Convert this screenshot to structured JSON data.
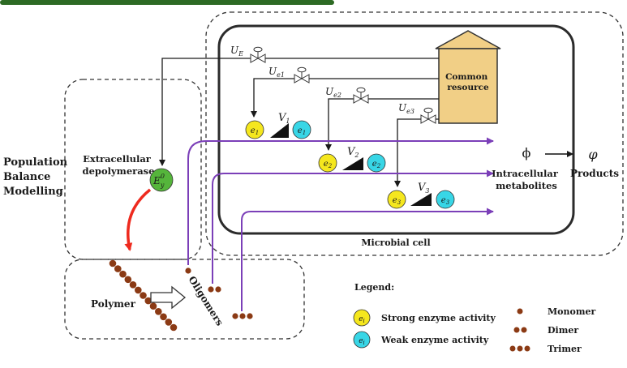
{
  "labels": {
    "population_balance": [
      "Population",
      "Balance",
      "Modelling"
    ],
    "extracellular_depolymerase": [
      "Extracellular",
      "depolymerase"
    ],
    "depolymerase_symbol": "E",
    "depolymerase_sup": "0",
    "depolymerase_sub": "y",
    "common_resource": [
      "Common",
      "resource"
    ],
    "control_ue": "U",
    "control_ue_sub": "E",
    "control_ue1": "U",
    "control_ue1_sub": "e1",
    "control_ue2": "U",
    "control_ue2_sub": "e2",
    "control_ue3": "U",
    "control_ue3_sub": "e3",
    "v1": "V",
    "v1_sub": "1",
    "v2": "V",
    "v2_sub": "2",
    "v3": "V",
    "v3_sub": "3",
    "enzyme_letter": "e",
    "e1_sub": "1",
    "e2_sub": "2",
    "e3_sub": "3",
    "phi": "ϕ",
    "varphi": "φ",
    "intracellular_metabolites": [
      "Intracellular",
      "metabolites"
    ],
    "products": "Products",
    "microbial_cell": "Microbial cell",
    "polymer": "Polymer",
    "oligomers": "Oligomers"
  },
  "legend": {
    "title": "Legend:",
    "strong_enzyme": "Strong enzyme activity",
    "weak_enzyme": "Weak enzyme activity",
    "legend_e_sub": "i",
    "monomer": "Monomer",
    "dimer": "Dimer",
    "trimer": "Trimer"
  },
  "colors": {
    "strong_enzyme": "#f5e71e",
    "weak_enzyme": "#38d6e6",
    "depolymerase": "#55b53b",
    "monomer": "#8b3a14",
    "resource": "#f1cf86",
    "pathway": "#7b3fb8",
    "depolymerization_arrow": "#ee2a1e",
    "top_bar": "#2d6a24"
  },
  "icons": {
    "valve": "valve-icon",
    "storage": "storage-tank-icon"
  }
}
